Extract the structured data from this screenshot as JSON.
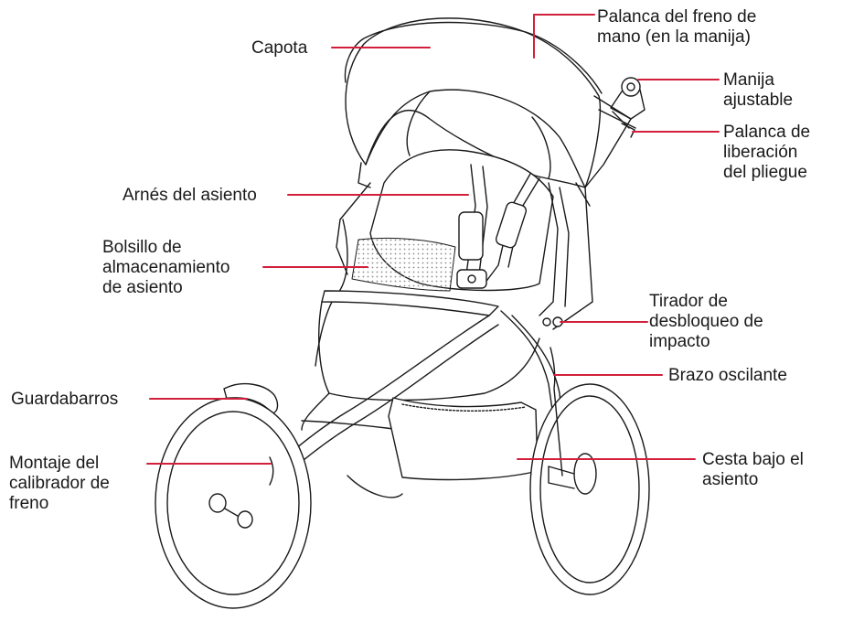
{
  "colors": {
    "leader": "#d21f3c",
    "ink": "#1a1a1a",
    "mesh": "#9a9a9a"
  },
  "labels": {
    "capota": "Capota",
    "freno_mano": "Palanca del freno de\nmano (en la manija)",
    "manija": "Manija\najustable",
    "liberacion": "Palanca de\nliberación\ndel pliegue",
    "arnes": "Arnés del asiento",
    "bolsillo": "Bolsillo de\nalmacenamiento\nde asiento",
    "tirador": "Tirador de\ndesbloqueo de\nimpacto",
    "brazo": "Brazo oscilante",
    "guardabarros": "Guardabarros",
    "montaje": "Montaje del\ncalibrador de\nfreno",
    "cesta": "Cesta bajo el\nasiento"
  }
}
